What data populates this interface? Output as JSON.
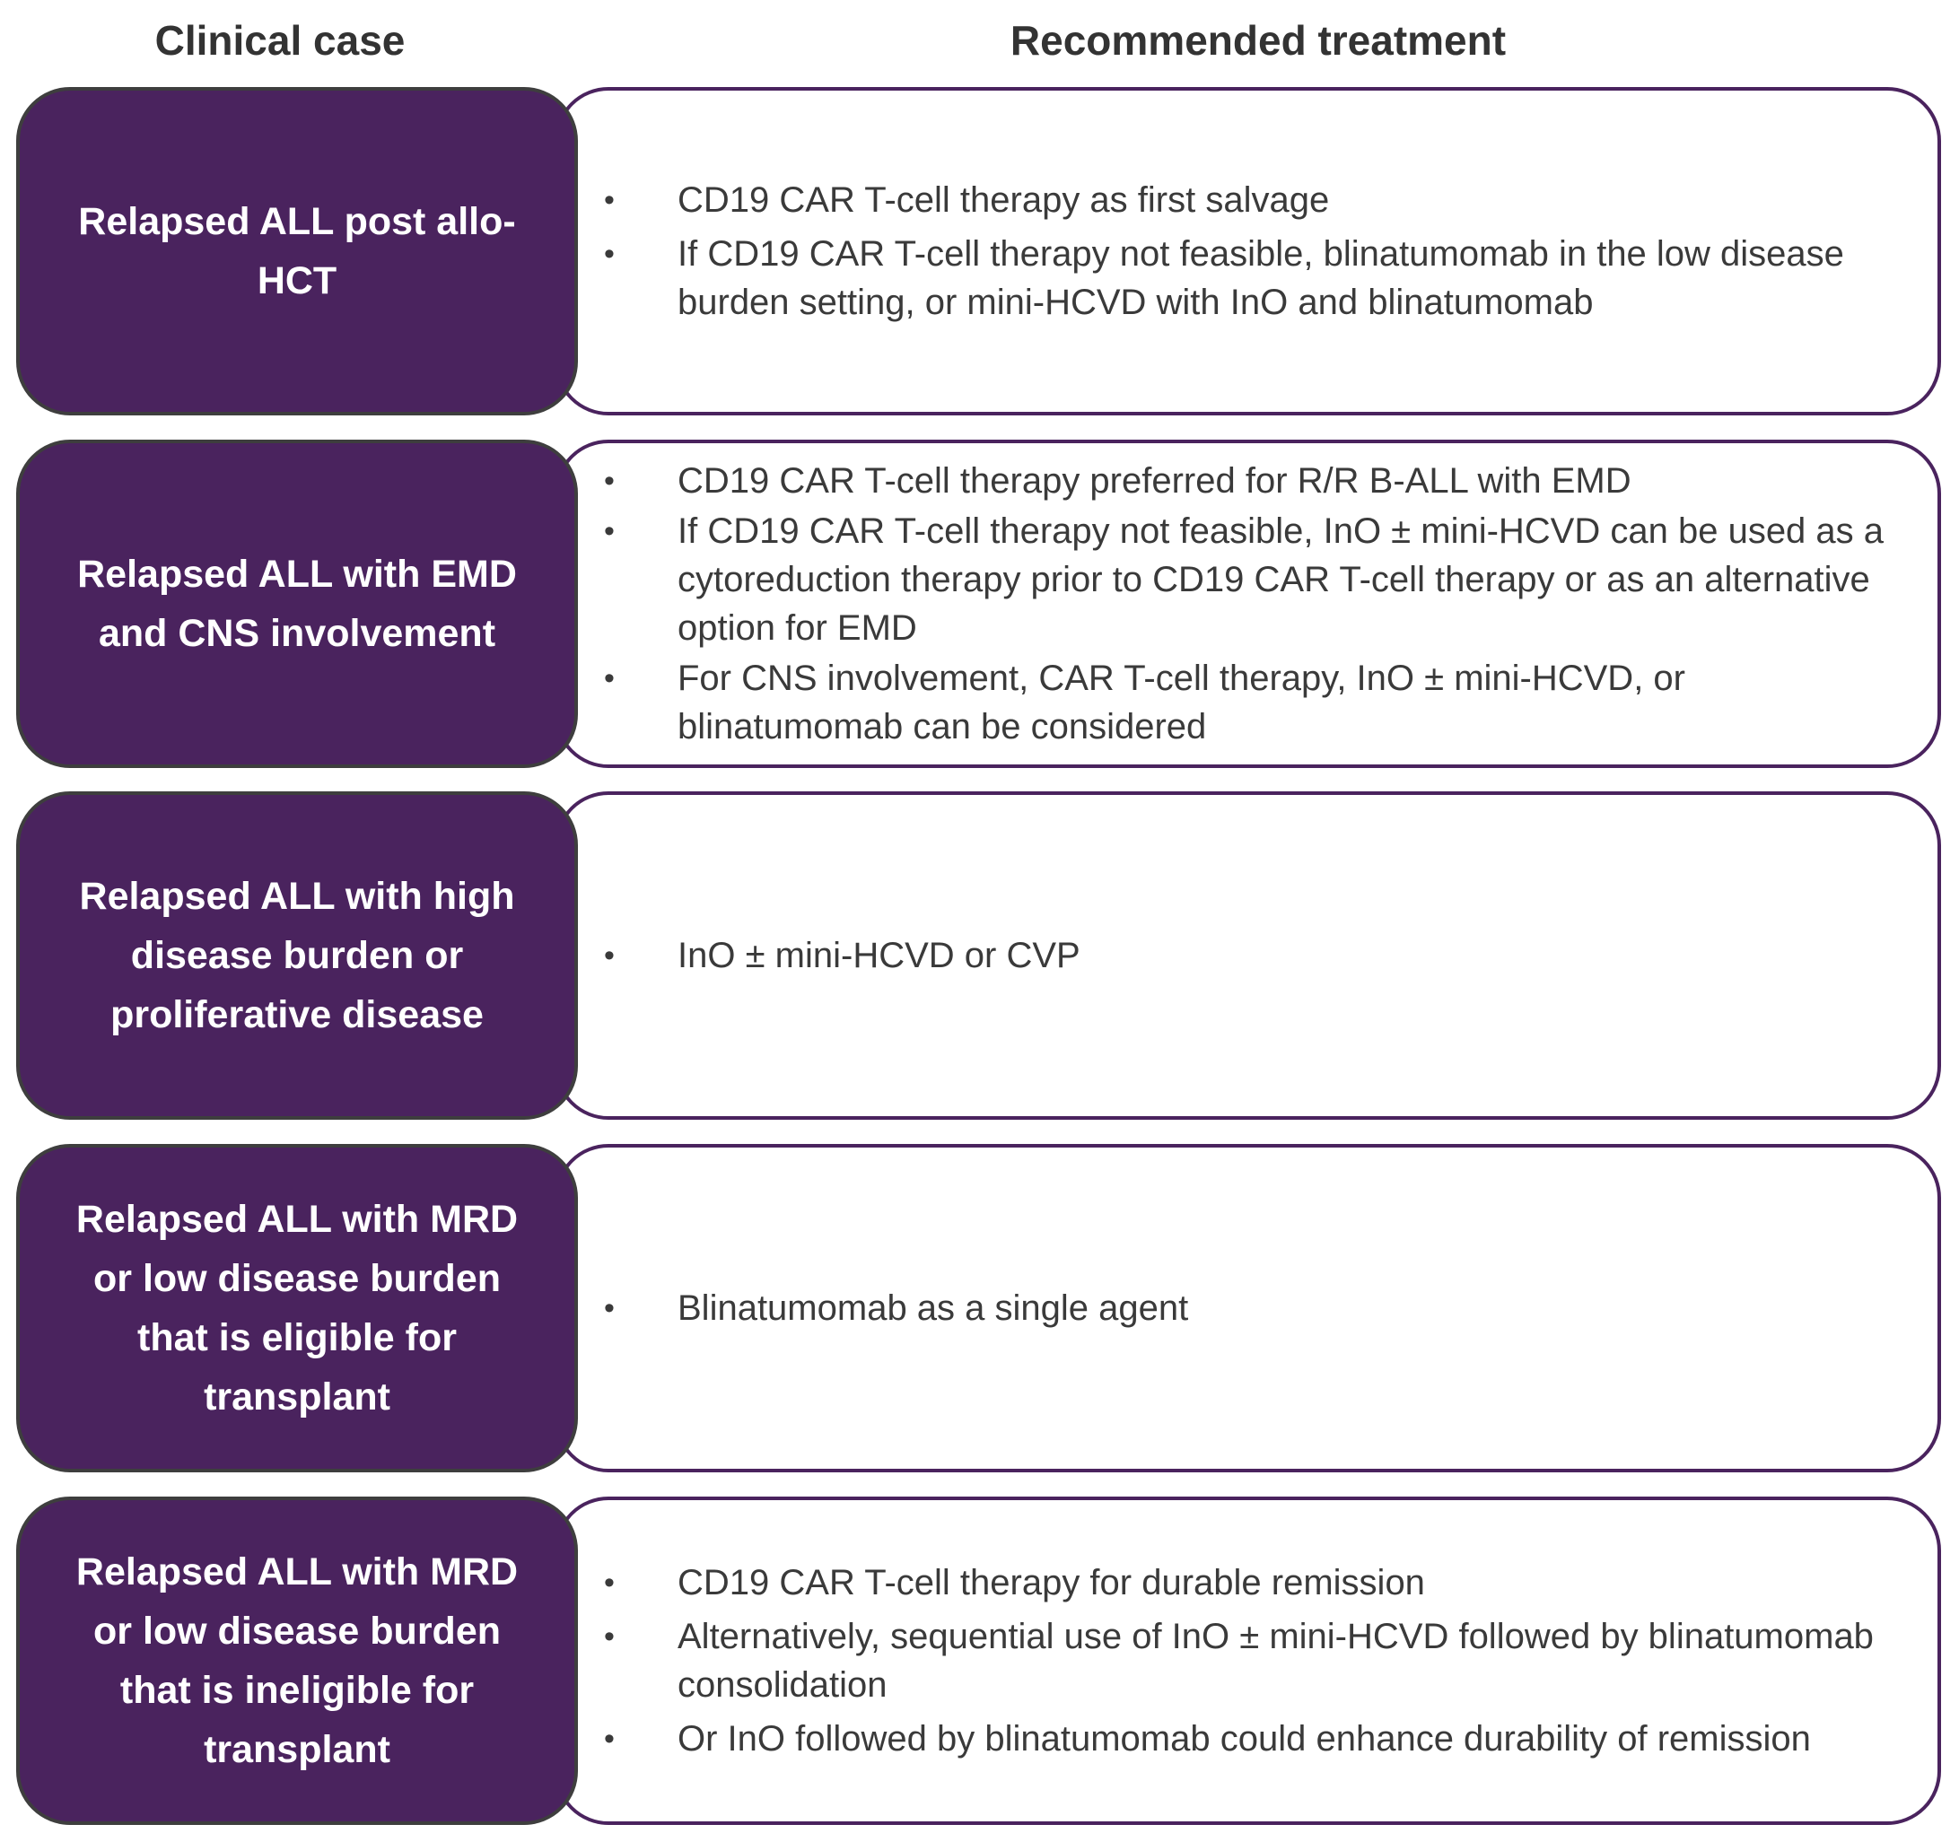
{
  "headers": {
    "clinical_case": "Clinical case",
    "recommended_treatment": "Recommended treatment"
  },
  "colors": {
    "case_fill": "#4a235e",
    "treatment_border": "#4a235e",
    "body_text": "#3a3a3a"
  },
  "rows": [
    {
      "case": "Relapsed ALL post allo-HCT",
      "treatments": [
        "CD19 CAR T-cell therapy as first salvage",
        "If CD19 CAR T-cell therapy not feasible, blinatumomab in the low disease burden setting, or mini-HCVD with InO and blinatumomab"
      ]
    },
    {
      "case": "Relapsed ALL with EMD and CNS involvement",
      "treatments": [
        "CD19 CAR T-cell therapy preferred for R/R B-ALL with EMD",
        "If CD19 CAR T-cell therapy not feasible, InO ± mini-HCVD can be used as a cytoreduction therapy prior to CD19 CAR T-cell therapy or as an alternative option for EMD",
        "For CNS involvement, CAR T-cell therapy, InO ± mini-HCVD, or blinatumomab can be considered"
      ]
    },
    {
      "case": "Relapsed ALL with high disease burden or proliferative disease",
      "treatments": [
        "InO ± mini-HCVD or CVP"
      ]
    },
    {
      "case": "Relapsed ALL with MRD or low disease burden that is eligible for transplant",
      "treatments": [
        "Blinatumomab as a single agent"
      ]
    },
    {
      "case": "Relapsed ALL with MRD or low disease burden that is ineligible for transplant",
      "treatments": [
        "CD19 CAR T-cell therapy for durable remission",
        "Alternatively, sequential use of InO ± mini-HCVD followed by blinatumomab consolidation",
        "Or InO followed by blinatumomab could enhance durability of remission"
      ]
    }
  ]
}
